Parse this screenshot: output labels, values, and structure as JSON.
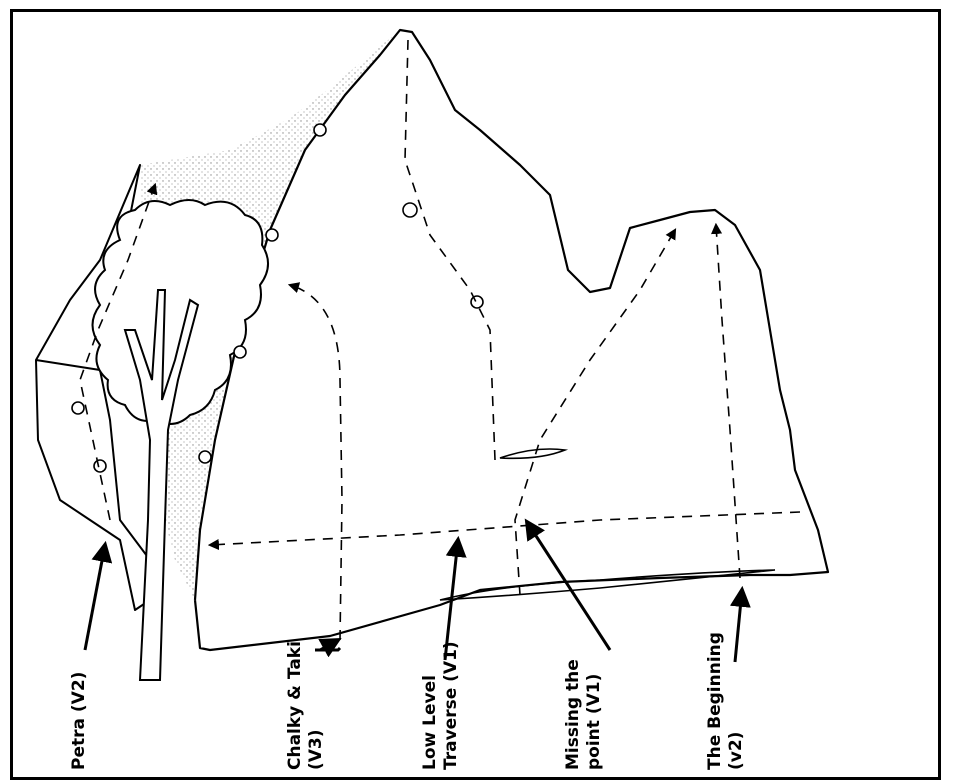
{
  "routes": [
    {
      "id": "petra",
      "lines": [
        "Petra (V2)"
      ]
    },
    {
      "id": "chalky-taki",
      "lines": [
        "Chalky & Taki",
        "(V3)"
      ]
    },
    {
      "id": "low-level-traverse",
      "lines": [
        "Low Level",
        "Traverse (V1)"
      ]
    },
    {
      "id": "missing-the-point",
      "lines": [
        "Missing the",
        "point (V1)"
      ]
    },
    {
      "id": "the-beginning",
      "lines": [
        "The Beginning",
        "(v2)"
      ]
    }
  ],
  "colors": {
    "ink": "#000000",
    "shading": "#9a9a9a",
    "paper": "#ffffff"
  }
}
